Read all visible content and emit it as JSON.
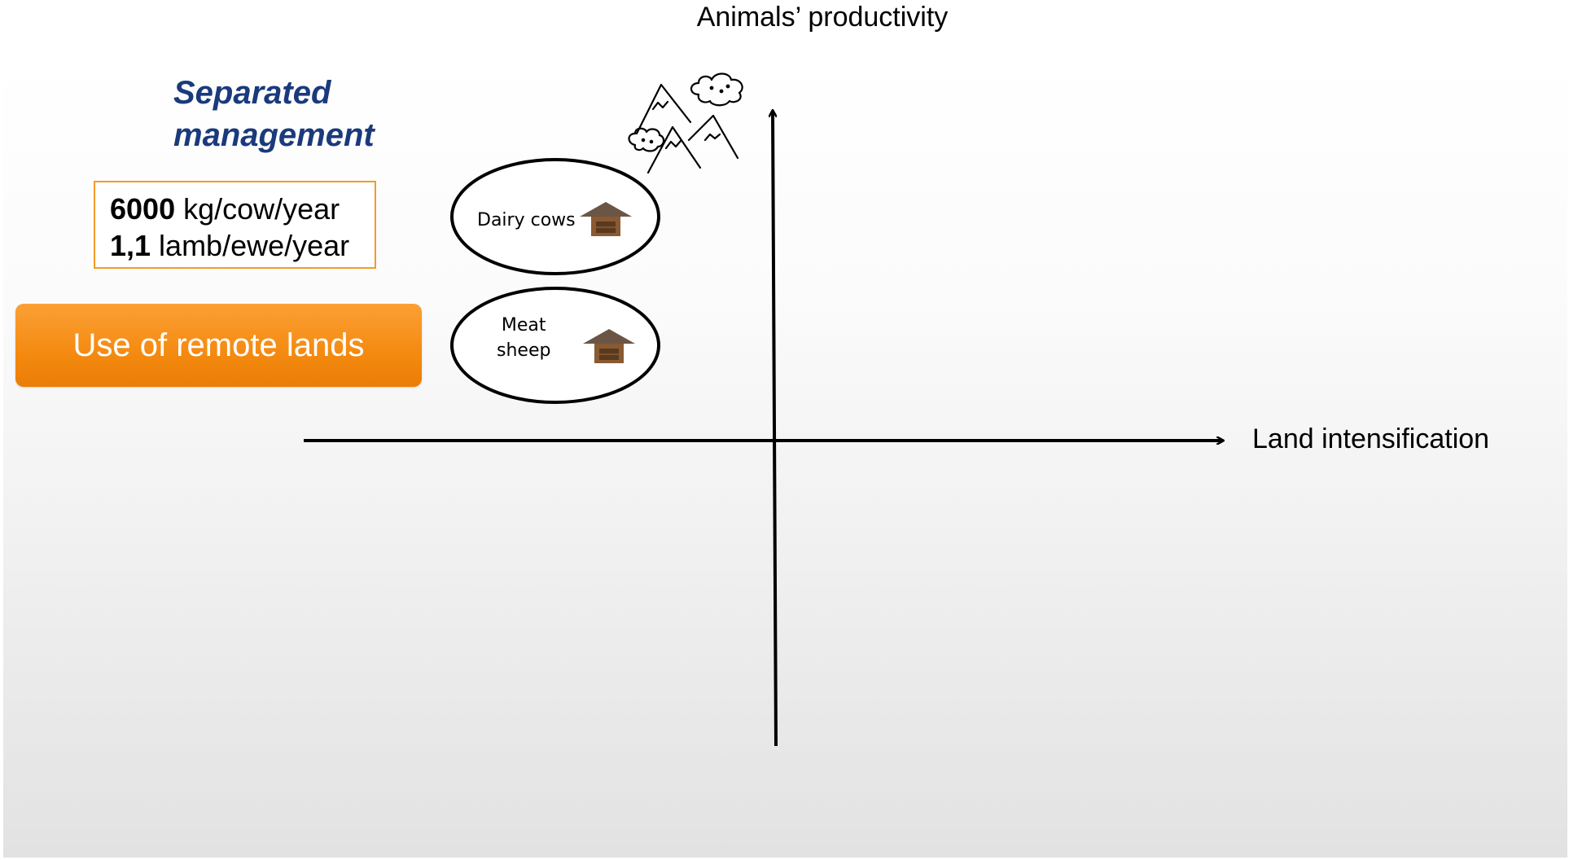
{
  "axes": {
    "y_label": "Animals’ productivity",
    "x_label": "Land intensification"
  },
  "title": {
    "line1": "Separated",
    "line2": "management"
  },
  "stats": [
    {
      "value": "6000",
      "unit": " kg/cow/year"
    },
    {
      "value": "1,1",
      "unit": " lamb/ewe/year"
    }
  ],
  "remote_button_label": "Use of remote lands",
  "nodes": {
    "dairy": {
      "label": "Dairy cows",
      "icon": "barn-icon"
    },
    "sheep": {
      "line1": "Meat",
      "line2": "sheep",
      "icon": "barn-icon"
    }
  },
  "decoration": {
    "icon": "mountains-clouds-icon"
  },
  "colors": {
    "title": "#1a3a7c",
    "box_border": "#f39a28",
    "button": "#f48a10",
    "barn_roof": "#6b5645",
    "barn_wall": "#8a5a32"
  }
}
